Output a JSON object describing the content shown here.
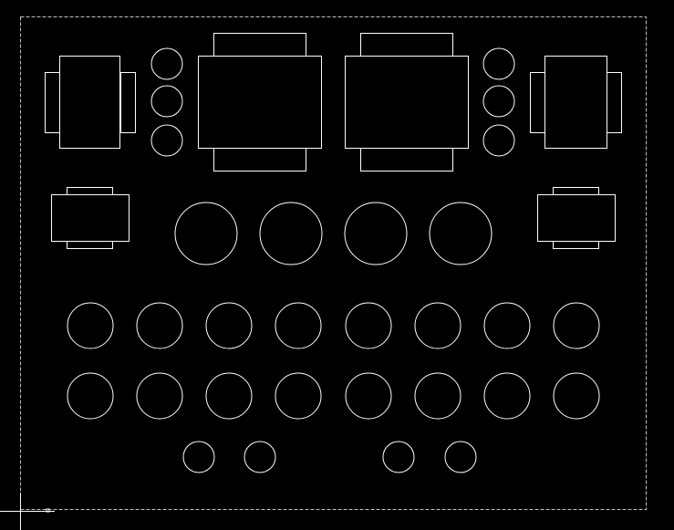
{
  "canvas": {
    "background": "#000000",
    "stroke": "#ffffff",
    "border_stroke": "#bfbfbf",
    "border_style": "dashed"
  },
  "drawing": {
    "border_count": 1,
    "furniture": {
      "sofa_sets_large": 2,
      "armchairs_side": 2,
      "armchairs_small": 2,
      "stools_small": 6,
      "round_tables_large": 4,
      "round_tables_medium": 16,
      "round_stools_small": 4
    }
  }
}
